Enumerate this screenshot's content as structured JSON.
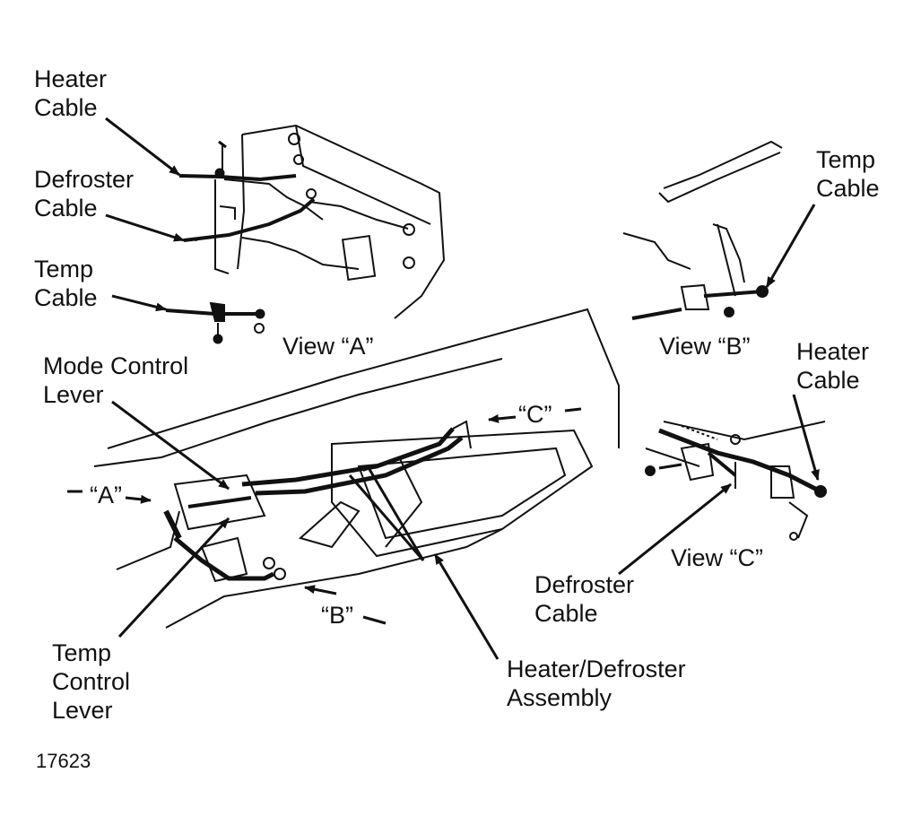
{
  "labels": {
    "heater_cable_a": [
      "Heater",
      "Cable"
    ],
    "defroster_cable_a": [
      "Defroster",
      "Cable"
    ],
    "temp_cable_a": [
      "Temp",
      "Cable"
    ],
    "view_a": "View “A”",
    "temp_cable_b": [
      "Temp",
      "Cable"
    ],
    "view_b": "View “B”",
    "heater_cable_c": [
      "Heater",
      "Cable"
    ],
    "mode_control_lever": [
      "Mode Control",
      "Lever"
    ],
    "callout_a": "“A”",
    "callout_b": "“B”",
    "callout_c": "“C”",
    "view_c": "View “C”",
    "defroster_cable_c": [
      "Defroster",
      "Cable"
    ],
    "temp_control_lever": [
      "Temp",
      "Control",
      "Lever"
    ],
    "heater_defroster_assembly": [
      "Heater/Defroster",
      "Assembly"
    ]
  },
  "figure_number": "17623",
  "colors": {
    "ink": "#111111",
    "paper": "#ffffff"
  }
}
